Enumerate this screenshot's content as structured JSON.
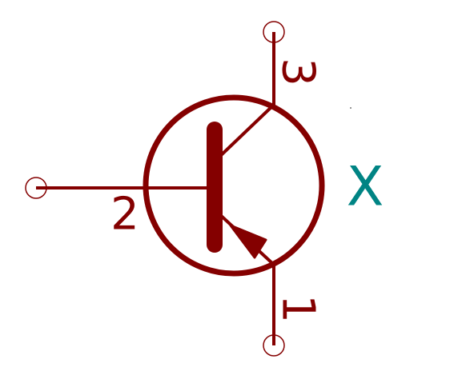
{
  "symbol": {
    "type": "npn-transistor",
    "reference": "X",
    "body_color": "#840000",
    "reference_color": "#008484",
    "background_color": "#ffffff"
  },
  "pins": {
    "emitter": {
      "number": "1"
    },
    "base": {
      "number": "2"
    },
    "collector": {
      "number": "3"
    }
  }
}
